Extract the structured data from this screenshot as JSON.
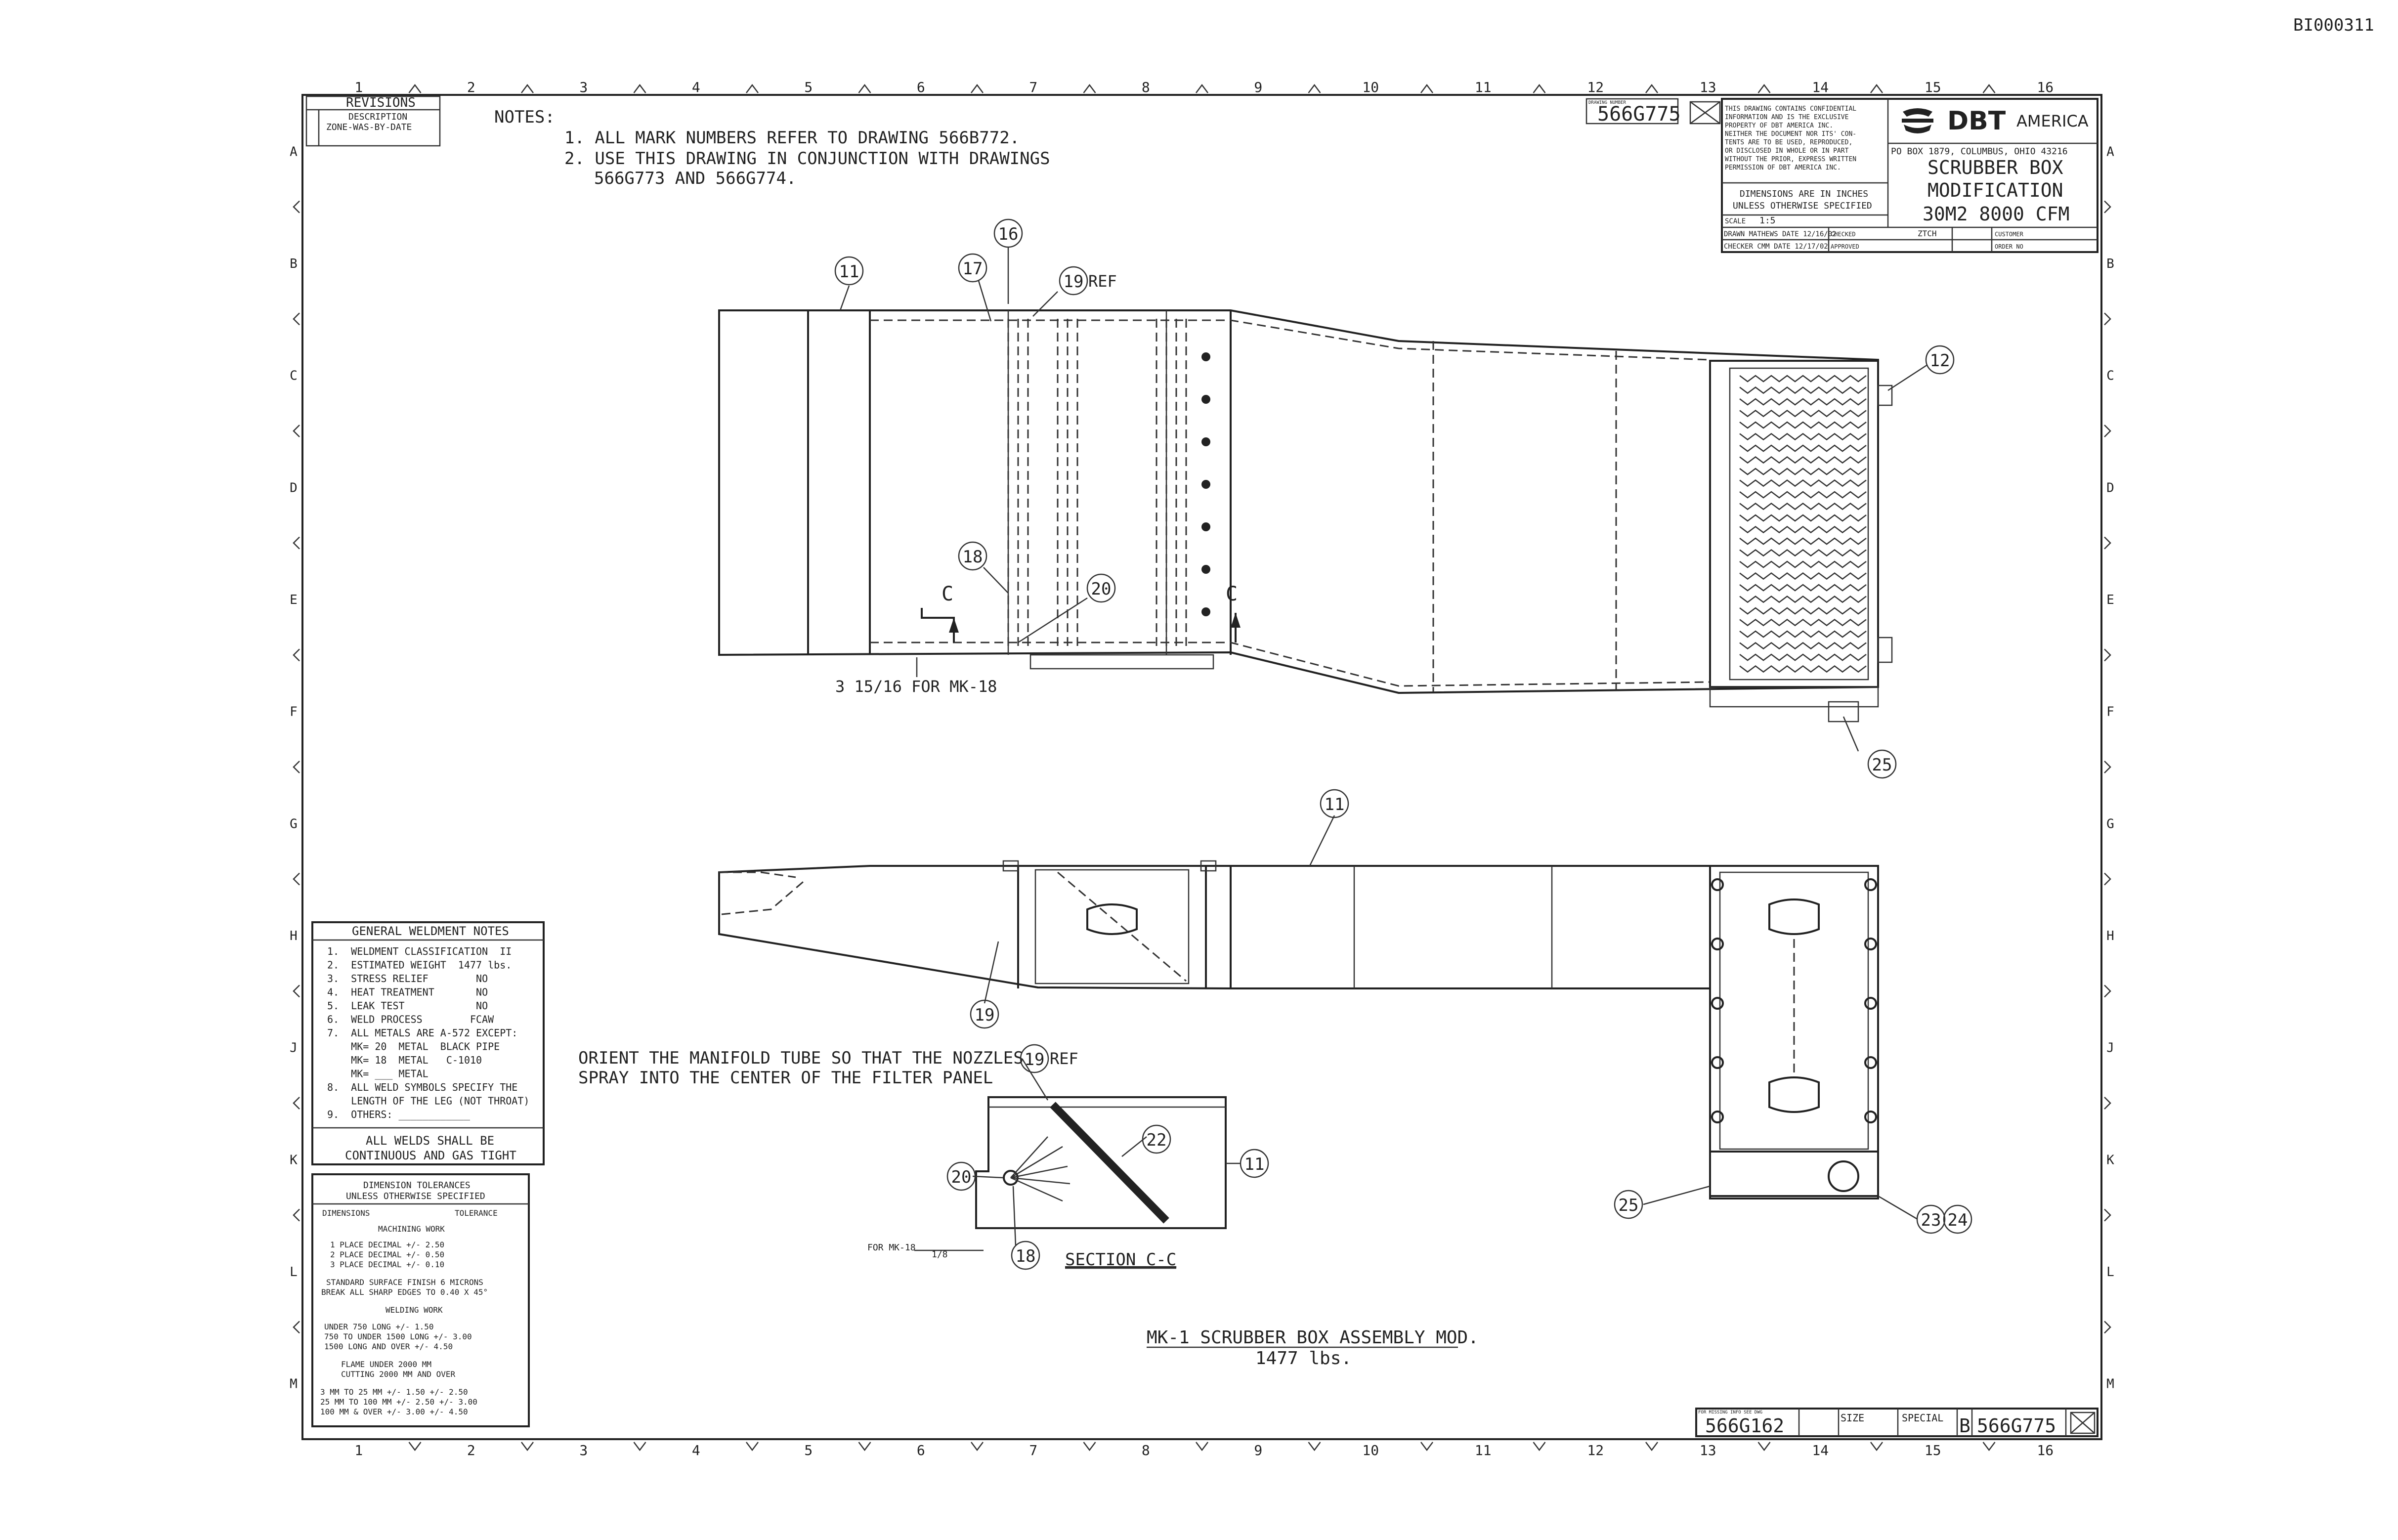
{
  "page_id": "BI000311",
  "zone_numbers": [
    "1",
    "2",
    "3",
    "4",
    "5",
    "6",
    "7",
    "8",
    "9",
    "10",
    "11",
    "12",
    "13",
    "14",
    "15",
    "16"
  ],
  "zone_letters": [
    "A",
    "B",
    "C",
    "D",
    "E",
    "F",
    "G",
    "H",
    "J",
    "K",
    "L",
    "M"
  ],
  "revisions": {
    "title": "REVISIONS",
    "description": "DESCRIPTION",
    "zone": "ZONE-WAS-BY-DATE"
  },
  "notes": {
    "heading": "NOTES:",
    "items": [
      "1. ALL MARK NUMBERS REFER TO DRAWING 566B772.",
      "2. USE THIS DRAWING IN CONJUNCTION WITH DRAWINGS",
      "566G773 AND 566G774."
    ]
  },
  "title_block": {
    "drawing_number_label": "DRAWING NUMBER",
    "drawing_number": "566G775",
    "confidential": [
      "THIS DRAWING CONTAINS CONFIDENTIAL",
      "INFORMATION AND IS THE EXCLUSIVE",
      "PROPERTY OF DBT AMERICA INC.",
      "NEITHER THE DOCUMENT NOR ITS' CON-",
      "TENTS ARE TO BE USED, REPRODUCED,",
      "OR DISCLOSED IN WHOLE OR IN PART",
      "WITHOUT THE PRIOR, EXPRESS WRITTEN",
      "PERMISSION OF DBT AMERICA INC."
    ],
    "company": "DBT",
    "company_suffix": "AMERICA",
    "address": "PO BOX 1879, COLUMBUS, OHIO 43216",
    "dimensions_note": [
      "DIMENSIONS ARE IN INCHES",
      "UNLESS OTHERWISE SPECIFIED"
    ],
    "title_lines": [
      "SCRUBBER BOX",
      "MODIFICATION",
      "30M2 8000 CFM"
    ],
    "scale_label": "SCALE",
    "scale": "1:5",
    "drawn_row": "DRAWN MATHEWS DATE 12/16/02",
    "checked_row": "CHECKER CMM  DATE 12/17/02",
    "checked_label": "CHECKED",
    "approved_label": "APPROVED",
    "zitch": "ZTCH",
    "customer_label": "CUSTOMER",
    "order_label": "ORDER NO"
  },
  "views": {
    "callouts": [
      "11",
      "12",
      "16",
      "17",
      "18",
      "19",
      "20",
      "22",
      "23",
      "24",
      "25"
    ],
    "ref_label": "REF",
    "section_mark": "C",
    "mk18_dim": "3 15/16 FOR MK-18",
    "orient_note": [
      "ORIENT THE MANIFOLD TUBE SO THAT THE NOZZLES",
      "SPRAY INTO THE CENTER OF THE FILTER PANEL"
    ],
    "mk18_small": "FOR MK-18",
    "fraction": "1/8",
    "section_title": "SECTION C-C",
    "assembly_title": "MK-1 SCRUBBER BOX ASSEMBLY MOD.",
    "assembly_weight": "1477 lbs."
  },
  "weldment_notes": {
    "title": "GENERAL WELDMENT NOTES",
    "items": [
      "1.  WELDMENT CLASSIFICATION  II",
      "2.  ESTIMATED WEIGHT  1477 lbs.",
      "3.  STRESS RELIEF        NO",
      "4.  HEAT TREATMENT       NO",
      "5.  LEAK TEST            NO",
      "6.  WELD PROCESS        FCAW",
      "7.  ALL METALS ARE A-572 EXCEPT:",
      "    MK= 20  METAL  BLACK PIPE",
      "    MK= 18  METAL   C-1010",
      "    MK= ___ METAL",
      "8.  ALL WELD SYMBOLS SPECIFY THE",
      "    LENGTH OF THE LEG (NOT THROAT)",
      "9.  OTHERS: ____________"
    ],
    "footer": [
      "ALL WELDS SHALL BE",
      "CONTINUOUS AND GAS TIGHT"
    ]
  },
  "tolerances": {
    "title": [
      "DIMENSION TOLERANCES",
      "UNLESS OTHERWISE SPECIFIED"
    ],
    "col_dim": "DIMENSIONS",
    "col_tol": "TOLERANCE",
    "machining_label": "MACHINING WORK",
    "machining_rows": [
      "1 PLACE DECIMAL     +/-  2.50",
      "2 PLACE DECIMAL     +/-  0.50",
      "3 PLACE DECIMAL     +/-  0.10"
    ],
    "surface": [
      "STANDARD SURFACE FINISH 6 MICRONS",
      "BREAK ALL SHARP EDGES TO 0.40 X 45°"
    ],
    "welding_label": "WELDING WORK",
    "welding_rows": [
      "UNDER 750 LONG          +/-  1.50",
      "750 TO UNDER 1500 LONG  +/-  3.00",
      "1500 LONG AND OVER      +/-  4.50"
    ],
    "flame_header": [
      "FLAME      UNDER     2000 MM",
      "CUTTING    2000 MM   AND OVER"
    ],
    "flame_rows": [
      "3 MM TO 25 MM    +/- 1.50   +/- 2.50",
      "25 MM TO 100 MM  +/- 2.50   +/- 3.00",
      "100 MM & OVER    +/- 3.00   +/- 4.50"
    ]
  },
  "bottom_block": {
    "ref_label": "FOR MISSING INFO SEE DWG",
    "ref_number": "566G162",
    "size_label": "SIZE",
    "size": "B",
    "special_label": "SPECIAL",
    "drawing_number": "566G775"
  }
}
